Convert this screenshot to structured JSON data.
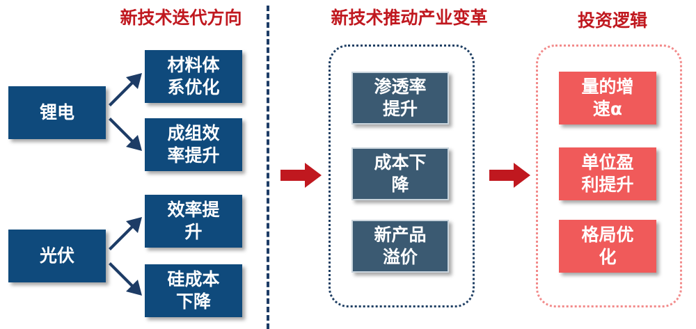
{
  "headings": {
    "iteration": "新技术迭代方向",
    "industry": "新技术推动产业变革",
    "investment": "投资逻辑"
  },
  "sources": {
    "lithium": "锂电",
    "pv": "光伏"
  },
  "directions": {
    "lithium": [
      {
        "line1": "材料体",
        "line2": "系优化"
      },
      {
        "line1": "成组效",
        "line2": "率提升"
      }
    ],
    "pv": [
      {
        "line1": "效率提",
        "line2": "升"
      },
      {
        "line1": "硅成本",
        "line2": "下降"
      }
    ]
  },
  "industry_changes": [
    {
      "line1": "渗透率",
      "line2": "提升"
    },
    {
      "line1": "成本下",
      "line2": "降"
    },
    {
      "line1": "新产品",
      "line2": "溢价"
    }
  ],
  "investment_logic": [
    {
      "line1": "量的增",
      "line2": "速α"
    },
    {
      "line1": "单位盈",
      "line2": "利提升"
    },
    {
      "line1": "格局优",
      "line2": "化"
    }
  ],
  "colors": {
    "heading": "#c0181f",
    "navy_box": "#0f4a7c",
    "slate_box": "#3b5a72",
    "salmon_box": "#f05a5a",
    "arrow_red": "#c0181f",
    "arrow_navy": "#1d3c66"
  }
}
